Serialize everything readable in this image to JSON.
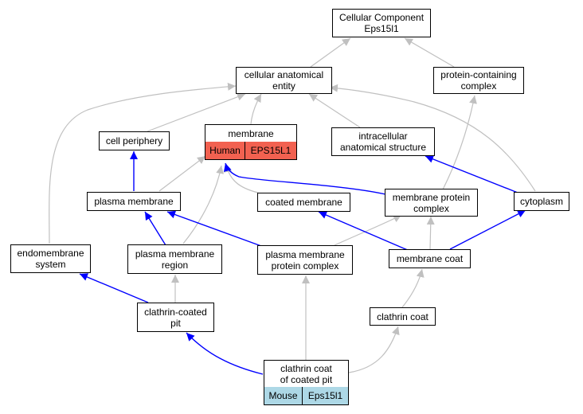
{
  "nodes": {
    "cc_eps15l1": "Cellular Component\nEps15l1",
    "cellular_anatomical_entity": "cellular anatomical\nentity",
    "protein_containing_complex": "protein-containing\ncomplex",
    "cell_periphery": "cell periphery",
    "membrane": {
      "label": "membrane",
      "species": "Human",
      "gene": "EPS15L1"
    },
    "intracellular_structure": "intracellular\nanatomical structure",
    "plasma_membrane": "plasma membrane",
    "coated_membrane": "coated membrane",
    "membrane_protein_complex": "membrane protein\ncomplex",
    "cytoplasm": "cytoplasm",
    "endomembrane_system": "endomembrane\nsystem",
    "plasma_membrane_region": "plasma membrane\nregion",
    "plasma_membrane_protein_complex": "plasma membrane\nprotein complex",
    "membrane_coat": "membrane coat",
    "clathrin_coated_pit": "clathrin-coated\npit",
    "clathrin_coat": "clathrin coat",
    "clathrin_coat_of_pit": {
      "label": "clathrin coat\nof coated pit",
      "species": "Mouse",
      "gene": "Eps15l1"
    }
  },
  "colors": {
    "human_cell": "#f26150",
    "mouse_cell": "#add8e6",
    "edge_blue": "#0000ff",
    "edge_gray": "#c0c0c0"
  }
}
